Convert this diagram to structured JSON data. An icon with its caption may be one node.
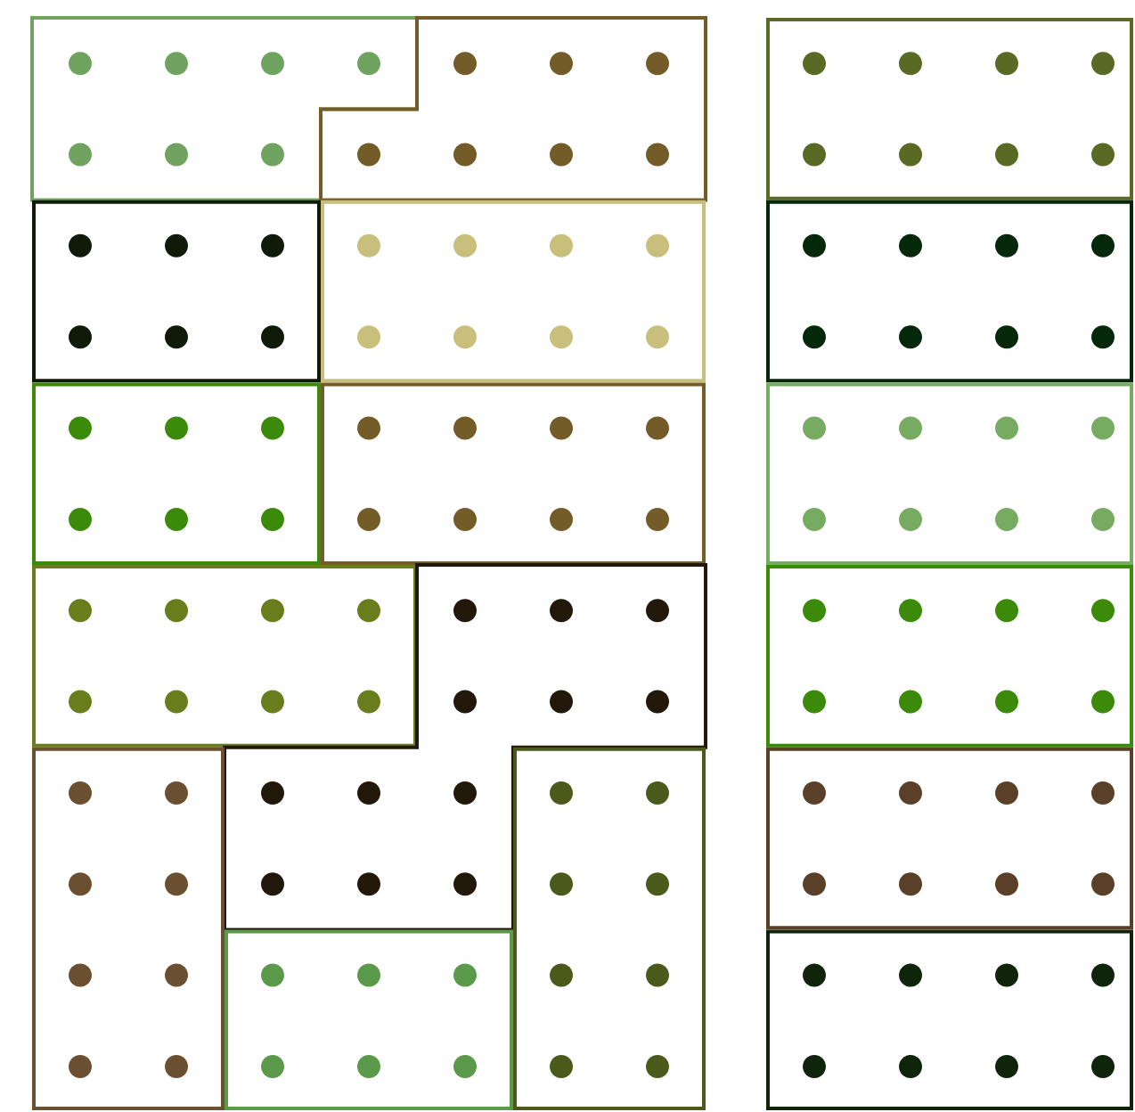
{
  "diagram": {
    "nodes": [
      {
        "text": [],
        "shape": "block"
      },
      {
        "text": [],
        "shape": "block"
      },
      {
        "text": [],
        "shape": "box"
      },
      {
        "text": [],
        "shape": "box"
      },
      {
        "text": [],
        "shape": "box"
      },
      {
        "text": [],
        "shape": "box"
      },
      {
        "text": [],
        "shape": "box"
      },
      {
        "text": [],
        "shape": "box"
      },
      {
        "text": [],
        "shape": "box"
      },
      {
        "text": [],
        "shape": "box"
      },
      {
        "text": [],
        "shape": "block"
      },
      {
        "text": [],
        "shape": "box"
      },
      {
        "text": [],
        "shape": "box"
      },
      {
        "text": [],
        "shape": "box"
      },
      {
        "text": [],
        "shape": "box"
      },
      {
        "text": [],
        "shape": "box"
      },
      {
        "text": [],
        "shape": "box"
      }
    ]
  }
}
